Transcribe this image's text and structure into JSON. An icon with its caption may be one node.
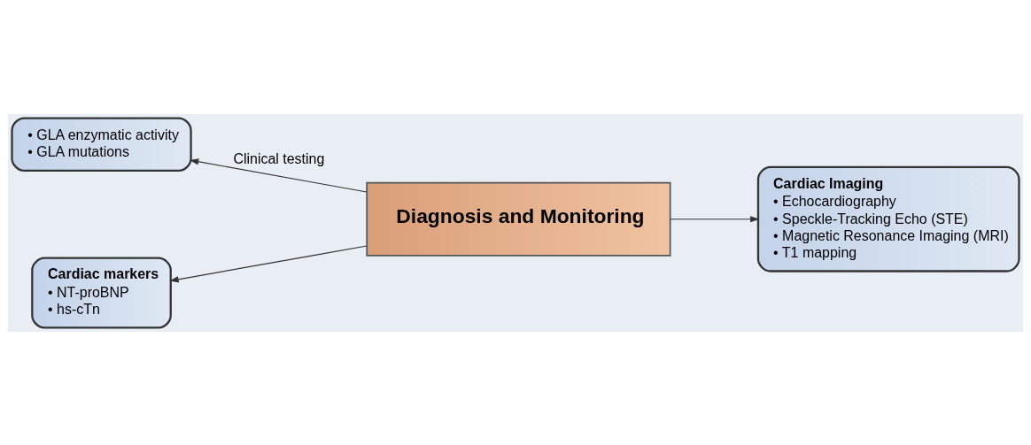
{
  "diagram": {
    "nodes": [
      {
        "text": [
          "• GLA enzymatic activity",
          "• GLA mutations"
        ]
      },
      {
        "text": [
          "Diagnosis and Monitoring"
        ]
      },
      {
        "text": [
          "Cardiac Imaging",
          "• Echocardiography",
          "• Speckle-Tracking Echo (STE)",
          "• Magnetic Resonance Imaging (MRI)",
          "• T1 mapping"
        ]
      },
      {
        "text": [
          "Cardiac markers",
          "• NT-proBNP",
          "• hs-cTn"
        ]
      }
    ],
    "edges": [
      {
        "from": 1,
        "to": 0,
        "arrow": "to",
        "label": "Clinical testing"
      },
      {
        "from": 1,
        "to": 3,
        "arrow": "to"
      },
      {
        "from": 1,
        "to": 2,
        "arrow": "to"
      }
    ]
  }
}
